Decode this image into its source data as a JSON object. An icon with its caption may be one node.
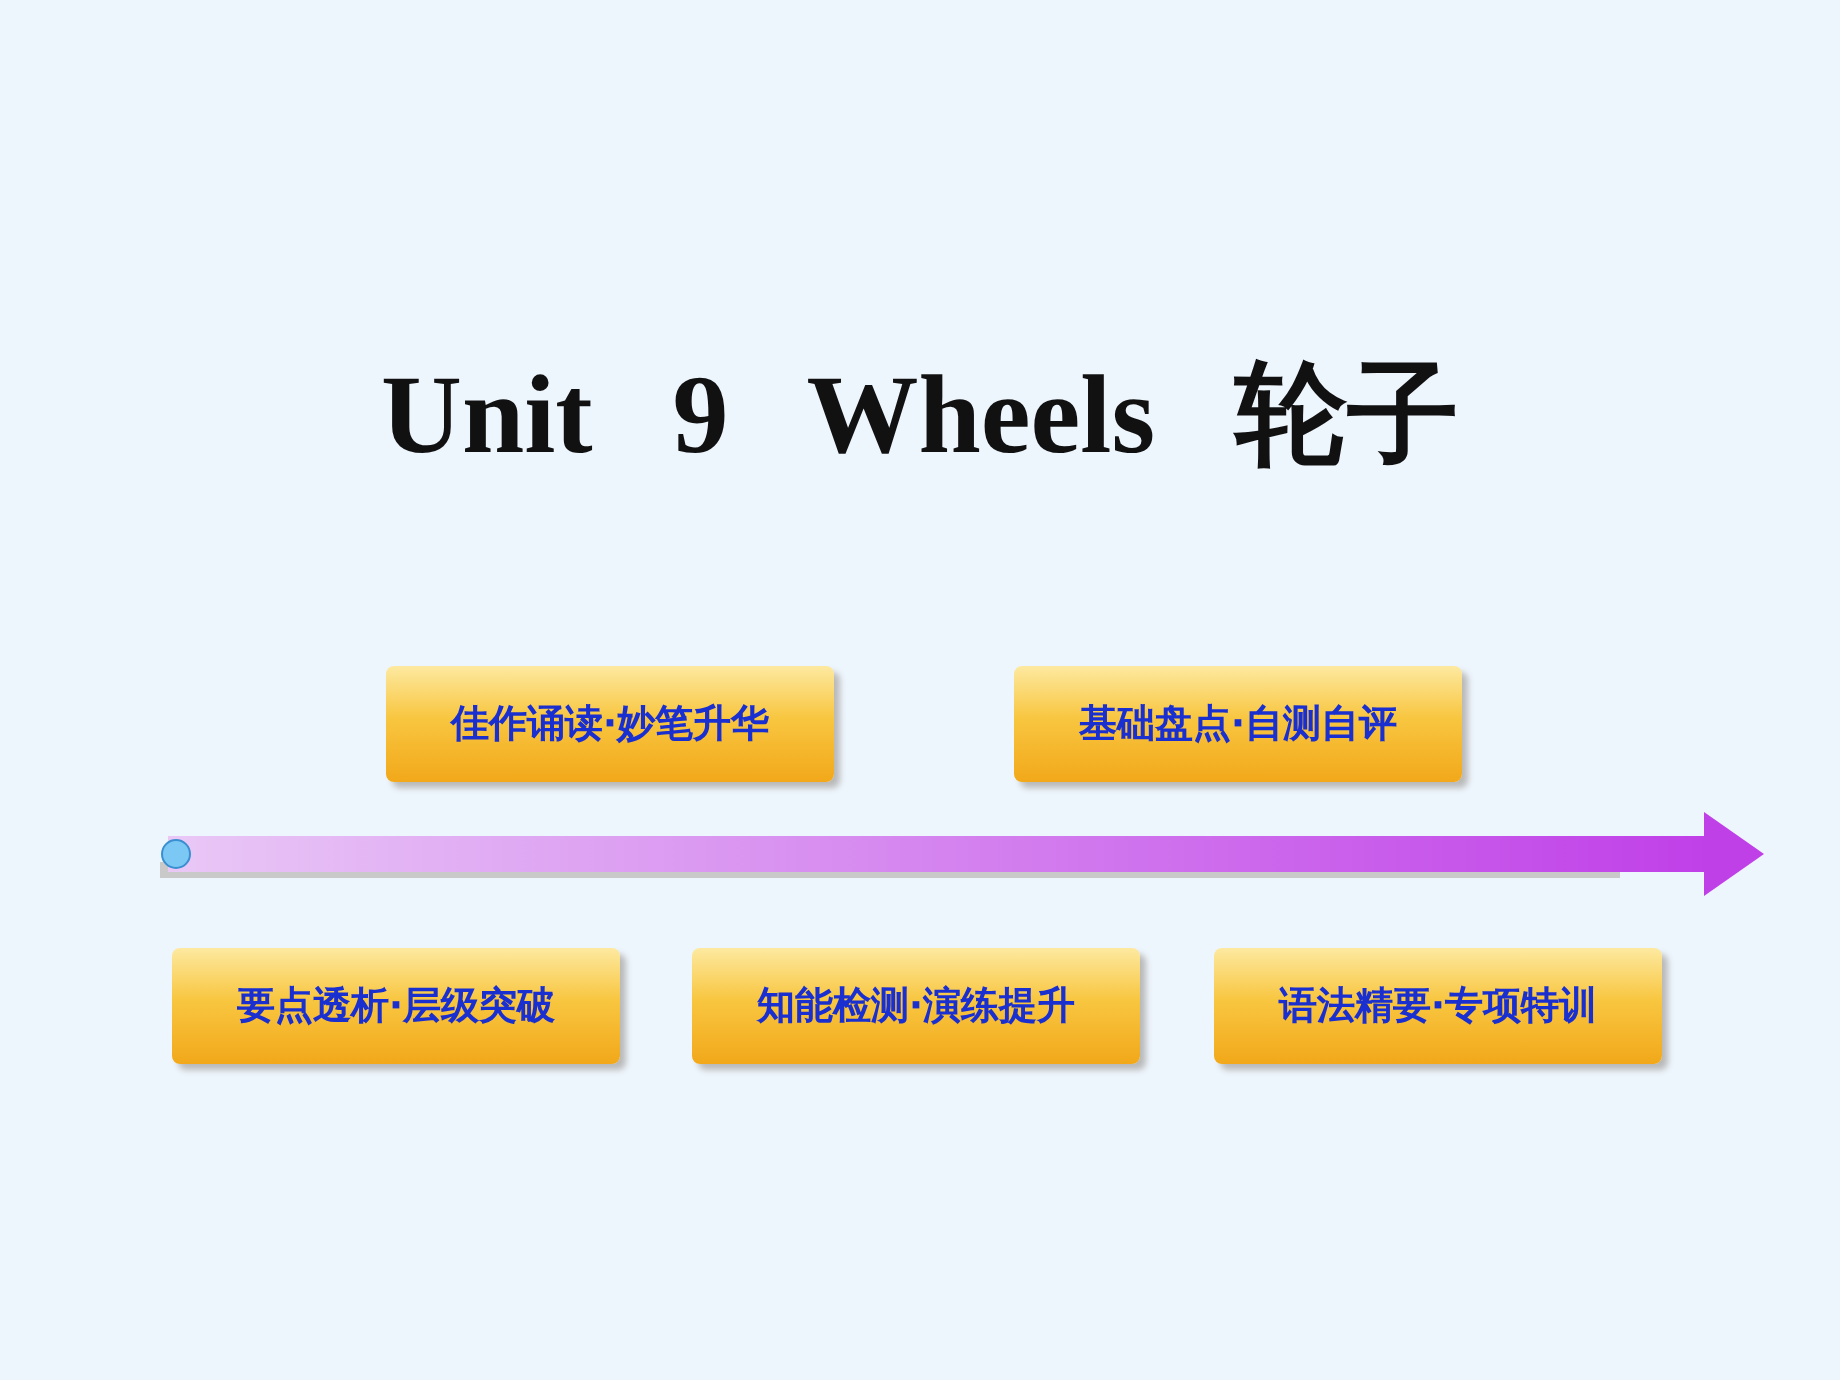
{
  "diagram": {
    "title": "Unit 9 Wheels 轮子",
    "nodes": [
      {
        "text": [
          "佳作诵读·妙笔升华"
        ]
      },
      {
        "text": [
          "基础盘点·自测自评"
        ]
      },
      {
        "text": [
          "要点透析·层级突破"
        ]
      },
      {
        "text": [
          "知能检测·演练提升"
        ]
      },
      {
        "text": [
          "语法精要·专项特训"
        ]
      }
    ]
  }
}
